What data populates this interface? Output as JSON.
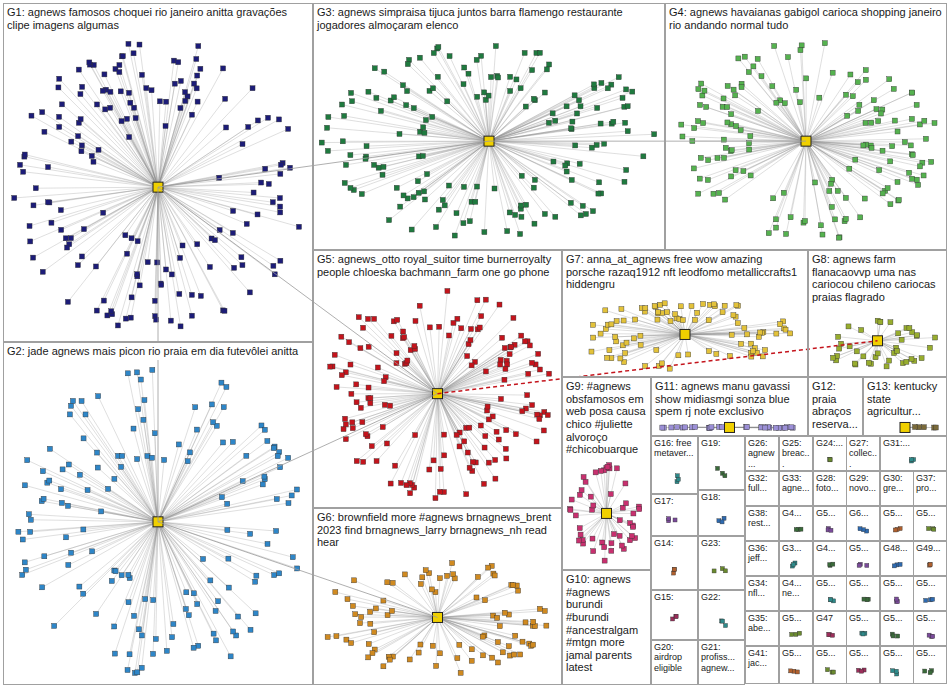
{
  "diagram": {
    "nodes": [
      {
        "text": [
          "G1: agnews famosos choquei rio janeiro anitta gravações clipe imagens algumas"
        ]
      },
      {
        "text": [
          "G3: agnews simpraisa tijuca juntos barra flamengo restaurante jogadores almoçaram elenco"
        ]
      },
      {
        "text": [
          "G4: agnews havaianas gabigol carioca shopping janeiro rio andando normal tudo"
        ]
      },
      {
        "text": [
          "G5: agnews_otto royal_suitor time burnerroyalty people chloeska bachmann_farm one go phone"
        ]
      },
      {
        "text": [
          "G7: anna_at_agnews free wow amazing porsche razaq1912 nft leodfomo metalliccrafts1 hiddengru"
        ]
      },
      {
        "text": [
          "G8: agnews farm flanacaovvp uma nas cariocou chileno cariocas praias flagrado"
        ]
      },
      {
        "text": [
          "G2: jade agnews mais picon rio praia em dia futevôlei anitta"
        ]
      },
      {
        "text": [
          "G6: brownfield more #agnews brnagnews_brent 2023 find brnagnews_larry brnagnews_nh read hear"
        ]
      },
      {
        "text": [
          "G9: #agnews obsfamosos em web posa causa chico #juliette alvoroço #chicobuarque"
        ]
      },
      {
        "text": [
          "G10: agnews #agnews burundi #burundi #ancestralgam #mtgn more jamal parents latest"
        ]
      },
      {
        "text": [
          "G11: agnews manu gavassi show midiasmgi sonza blue spem rj note exclusivo"
        ]
      },
      {
        "text": [
          "G12: praia abraços reserva..."
        ]
      },
      {
        "text": [
          "G13: kentucky state agricultur..."
        ]
      },
      {
        "text": [
          "G16: free metaver..."
        ]
      },
      {
        "text": [
          "G19:"
        ]
      },
      {
        "text": [
          "G17:"
        ]
      },
      {
        "text": [
          "G18:"
        ]
      },
      {
        "text": [
          "G14:"
        ]
      },
      {
        "text": [
          "G23:"
        ]
      },
      {
        "text": [
          "G15:"
        ]
      },
      {
        "text": [
          "G22:"
        ]
      },
      {
        "text": [
          "G20: airdrop eligible"
        ]
      },
      {
        "text": [
          "G21: profiss... agnew..."
        ]
      },
      {
        "text": [
          "G26: agnew..."
        ]
      },
      {
        "text": [
          "G25: breac..."
        ]
      },
      {
        "text": [
          "G24:..."
        ]
      },
      {
        "text": [
          "G27: collec..."
        ]
      },
      {
        "text": [
          "G31:..."
        ]
      },
      {
        "text": [
          "G32: full..."
        ]
      },
      {
        "text": [
          "G33: agne..."
        ]
      },
      {
        "text": [
          "G28: foto..."
        ]
      },
      {
        "text": [
          "G29: novo..."
        ]
      },
      {
        "text": [
          "G30: gre..."
        ]
      },
      {
        "text": [
          "G37: pro..."
        ]
      },
      {
        "text": [
          "G38: rest..."
        ]
      },
      {
        "text": [
          "G4..."
        ]
      },
      {
        "text": [
          "G5..."
        ]
      },
      {
        "text": [
          "G6..."
        ]
      },
      {
        "text": [
          "G5..."
        ]
      },
      {
        "text": [
          "G5..."
        ]
      },
      {
        "text": [
          "G36: jeff..."
        ]
      },
      {
        "text": [
          "G3..."
        ]
      },
      {
        "text": [
          "G4..."
        ]
      },
      {
        "text": [
          "G5..."
        ]
      },
      {
        "text": [
          "G48..."
        ]
      },
      {
        "text": [
          "G49..."
        ]
      },
      {
        "text": [
          "G34: nfl..."
        ]
      },
      {
        "text": [
          "G4... ne..."
        ]
      },
      {
        "text": [
          "G5..."
        ]
      },
      {
        "text": [
          "G5..."
        ]
      },
      {
        "text": [
          "G5..."
        ]
      },
      {
        "text": [
          "G5..."
        ]
      },
      {
        "text": [
          "G35: abe..."
        ]
      },
      {
        "text": [
          "G5..."
        ]
      },
      {
        "text": [
          "G47"
        ]
      },
      {
        "text": [
          "G5..."
        ]
      },
      {
        "text": [
          "G5..."
        ]
      },
      {
        "text": [
          "G5..."
        ]
      },
      {
        "text": [
          "G41: jac..."
        ]
      },
      {
        "text": [
          "G5..."
        ]
      },
      {
        "text": [
          "G5..."
        ]
      },
      {
        "text": [
          "G5..."
        ]
      },
      {
        "text": [
          "G5..."
        ]
      },
      {
        "text": [
          "G5..."
        ]
      }
    ]
  }
}
